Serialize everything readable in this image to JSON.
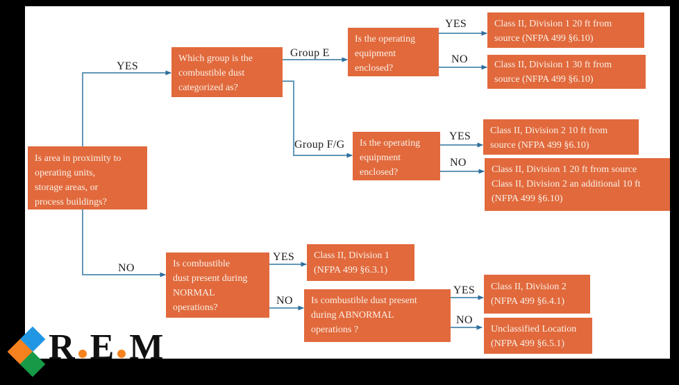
{
  "diagram": {
    "nodes": {
      "root": {
        "text": "Is area in proximity to\noperating units,\nstorage areas, or\nprocess buildings?"
      },
      "group_question": {
        "text": "Which group is the\ncombustible dust\ncategorized as?"
      },
      "enclosed_group_e": {
        "text": "Is the operating\nequipment\nenclosed?"
      },
      "enclosed_group_fg": {
        "text": "Is the operating\nequipment\nenclosed?"
      },
      "normal_ops": {
        "text": "Is combustible\ndust present during\nNORMAL\noperations?"
      },
      "abnormal_ops": {
        "text": "Is combustible dust present\nduring ABNORMAL\noperations ?"
      },
      "out_div1_20ft": {
        "text": "Class II, Division 1 20 ft from\nsource (NFPA 499 §6.10)"
      },
      "out_div1_30ft": {
        "text": "Class II, Division 1 30 ft from\nsource (NFPA 499 §6.10)"
      },
      "out_div2_10ft": {
        "text": "Class II, Division 2 10 ft from\nsource (NFPA 499 §6.10)"
      },
      "out_div1_div2": {
        "text": "Class II, Division 1 20 ft from source\nClass II, Division 2 an additional 10 ft\n(NFPA 499 §6.10)"
      },
      "out_div1": {
        "text": "Class II, Division 1\n(NFPA 499 §6.3.1)"
      },
      "out_div2": {
        "text": "Class II, Division 2\n(NFPA 499 §6.4.1)"
      },
      "out_unclassified": {
        "text": "Unclassified Location\n(NFPA 499 §6.5.1)"
      }
    },
    "edge_labels": {
      "yes_root": "YES",
      "group_e": "Group E",
      "yes_enclosed_e": "YES",
      "no_enclosed_e": "NO",
      "group_fg": "Group F/G",
      "yes_enclosed_fg": "YES",
      "no_enclosed_fg": "NO",
      "no_root": "NO",
      "yes_normal": "YES",
      "no_normal": "NO",
      "yes_abnormal": "YES",
      "no_abnormal": "NO"
    },
    "colors": {
      "node_fill": "#E1693C",
      "node_text": "#FAF0E6",
      "connector": "#4987AD",
      "arrowhead": "#2F6F9C",
      "edge_label_text": "#1C1C1C",
      "canvas": "#FFFFFF",
      "background": "#000000"
    }
  },
  "logo": {
    "letters": [
      "R",
      "E",
      "M"
    ],
    "colors": {
      "blue": "#2196E3",
      "orange": "#F5821F",
      "green": "#169A47",
      "text": "#111111"
    }
  }
}
